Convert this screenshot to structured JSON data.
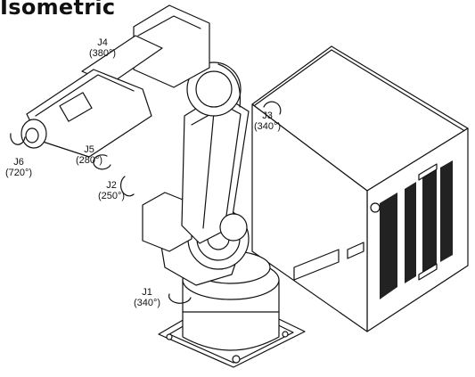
{
  "title": "Isometric",
  "joints": [
    {
      "id": "J1",
      "range": "(340°)"
    },
    {
      "id": "J2",
      "range": "(250°)"
    },
    {
      "id": "J3",
      "range": "(340°)"
    },
    {
      "id": "J4",
      "range": "(380°)"
    },
    {
      "id": "J5",
      "range": "(280°)"
    },
    {
      "id": "J6",
      "range": "(720°)"
    }
  ]
}
